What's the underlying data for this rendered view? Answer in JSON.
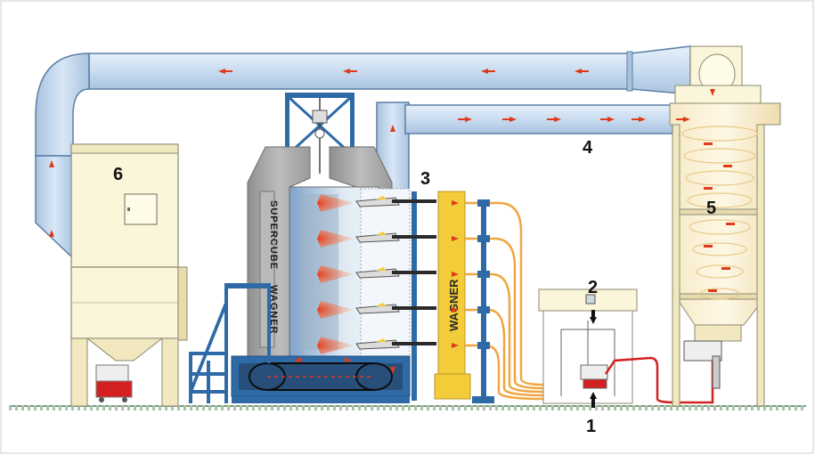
{
  "labels": {
    "n1": "1",
    "n2": "2",
    "n3": "3",
    "n4": "4",
    "n5": "5",
    "n6": "6"
  },
  "booth_brand": "SUPERCUBE",
  "booth_maker": "WAGNER",
  "lift_brand": "WAGNER",
  "colors": {
    "duct_fill": "#cfe1f2",
    "duct_stroke": "#5b7fa6",
    "flow_arrow": "#e03a1a",
    "housing": "#fbf5da",
    "booth_gray": "#a8a8a8",
    "frame_blue": "#2e6aa6",
    "lift_yellow": "#f3cc3a",
    "powder_hose": "#f0a640",
    "powder_red": "#d42020",
    "floor": "#8aa88a"
  }
}
